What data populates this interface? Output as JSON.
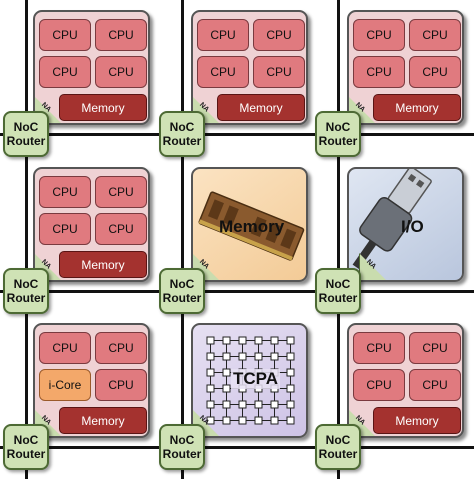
{
  "labels": {
    "cpu": "CPU",
    "icore": "i-Core",
    "memory": "Memory",
    "na": "NA",
    "router_line1": "NoC",
    "router_line2": "Router",
    "memory_tile": "Memory",
    "io_tile": "I/O",
    "tcpa_tile": "TCPA"
  },
  "colors": {
    "compute_tile": "#efd2d4",
    "cpu": "#e07a7f",
    "icore": "#f3a86a",
    "memory_bar": "#a4322f",
    "router": "#cfe2b5",
    "na": "#c9dcae"
  }
}
